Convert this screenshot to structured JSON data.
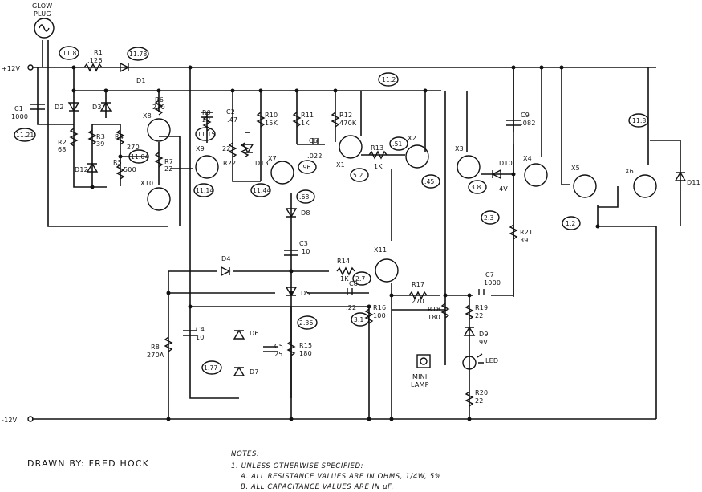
{
  "title_block": {
    "drawn_by": "DRAWN BY:  FRED HOCK",
    "notes_heading": "NOTES:",
    "note_1": "1. UNLESS OTHERWISE SPECIFIED:",
    "note_a": "A. ALL RESISTANCE VALUES ARE IN OHMS, 1/4W, 5%",
    "note_b": "B. ALL CAPACITANCE VALUES ARE IN µF."
  },
  "rails": {
    "pos": "+12V",
    "neg": "-12V"
  },
  "glow_plug": {
    "line1": "GLOW",
    "line2": "PLUG"
  },
  "resistors": [
    {
      "ref": "R1",
      "value": ".126"
    },
    {
      "ref": "R2",
      "value": "68"
    },
    {
      "ref": "R3",
      "value": "39"
    },
    {
      "ref": "R4",
      "value": "270"
    },
    {
      "ref": "R5",
      "value": "500"
    },
    {
      "ref": "R6",
      "value": "270"
    },
    {
      "ref": "R7",
      "value": "22"
    },
    {
      "ref": "R8",
      "value": "270A"
    },
    {
      "ref": "R9",
      "value": "22"
    },
    {
      "ref": "R10",
      "value": "15K"
    },
    {
      "ref": "R11",
      "value": "1K"
    },
    {
      "ref": "R12",
      "value": "470K"
    },
    {
      "ref": "R13",
      "value": "1K"
    },
    {
      "ref": "R14",
      "value": "1K"
    },
    {
      "ref": "R15",
      "value": "180"
    },
    {
      "ref": "R16",
      "value": "100"
    },
    {
      "ref": "R17",
      "value": "270"
    },
    {
      "ref": "R18",
      "value": "180"
    },
    {
      "ref": "R19",
      "value": "22"
    },
    {
      "ref": "R20",
      "value": "22"
    },
    {
      "ref": "R21",
      "value": "39"
    },
    {
      "ref": "R22",
      "value": ""
    },
    {
      "ref": "22",
      "value": ""
    }
  ],
  "capacitors": [
    {
      "ref": "C1",
      "value": "1000"
    },
    {
      "ref": "C2",
      "value": ".47"
    },
    {
      "ref": "C3",
      "value": "10"
    },
    {
      "ref": "C4",
      "value": "10"
    },
    {
      "ref": "C5",
      "value": "25"
    },
    {
      "ref": "C6",
      "value": ".022"
    },
    {
      "ref": "C7",
      "value": "1000"
    },
    {
      "ref": "C8",
      "value": ".22"
    },
    {
      "ref": "C9",
      "value": ".082"
    }
  ],
  "diodes": [
    "D1",
    "D2",
    "D3",
    "D4",
    "D5",
    "D6",
    "D7",
    "D8",
    "D9",
    "D10",
    "D11",
    "D12",
    "D13"
  ],
  "zener_values": {
    "D9": "9V",
    "D10": "4V"
  },
  "transistors": [
    "X1",
    "X2",
    "X3",
    "X4",
    "X5",
    "X6",
    "X7",
    "X8",
    "X9",
    "X10",
    "X11"
  ],
  "voltages": [
    "11.8",
    "11.78",
    "11.2",
    "11.21",
    "11.15",
    "11.14",
    "11.04",
    "11.44",
    ".96",
    ".68",
    "5.2",
    ".51",
    ".45",
    "3.8",
    "2.3",
    "1.2",
    "11.8",
    "2.7",
    "3.1",
    "2.36",
    "1.77"
  ],
  "misc": {
    "lamp_line1": "MINI",
    "lamp_line2": "LAMP",
    "led": "LED"
  }
}
